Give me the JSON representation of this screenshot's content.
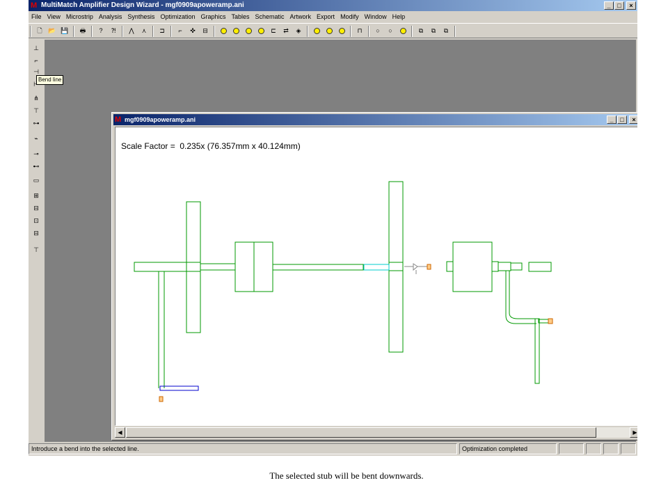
{
  "app": {
    "title": "MultiMatch Amplifier Design Wizard - mgf0909apoweramp.ani",
    "icon_glyph": "M"
  },
  "window_buttons": {
    "minimize": "_",
    "maximize": "□",
    "close": "×"
  },
  "menu": [
    "File",
    "View",
    "Microstrip",
    "Analysis",
    "Synthesis",
    "Optimization",
    "Graphics",
    "Tables",
    "Schematic",
    "Artwork",
    "Export",
    "Modify",
    "Window",
    "Help"
  ],
  "toolbar_icons": [
    "new-icon",
    "open-icon",
    "save-icon",
    "print-icon",
    "help-icon",
    "context-help-icon",
    "curve-icon",
    "curve2-icon",
    "port-icon",
    "line-icon",
    "cross-icon",
    "box-icon",
    "circle1-icon",
    "circle2-icon",
    "circle3-icon",
    "circle4-icon",
    "capacitor-icon",
    "coupled-icon",
    "shape-icon",
    "circle5-icon",
    "circle6-icon",
    "circle7-icon",
    "pulse-icon",
    "circle8-icon",
    "circle9-icon",
    "circle10-icon",
    "amp1-icon",
    "amp2-icon",
    "amp3-icon"
  ],
  "left_tools": [
    "tee-icon",
    "bend-line-icon",
    "stub-icon",
    "step-icon",
    "junction-icon",
    "gap-icon",
    "coupler-icon",
    "open-stub-icon",
    "series-icon",
    "resistor-icon",
    "box-plus-icon",
    "box-minus-icon",
    "box-dot-icon",
    "box-lines-icon",
    "tee2-icon"
  ],
  "tooltip": "Bend line",
  "document": {
    "title": "mgf0909apoweramp.ani",
    "scale_label": "Scale Factor =",
    "scale_value": "0.235x (76.357mm x 40.124mm)"
  },
  "status": {
    "message": "Introduce a bend into the selected line.",
    "state": "Optimization completed"
  },
  "caption": "The selected stub will be bent downwards.",
  "colors": {
    "trace": "#009900",
    "selected": "#0000cc",
    "port": "#cc6600"
  }
}
